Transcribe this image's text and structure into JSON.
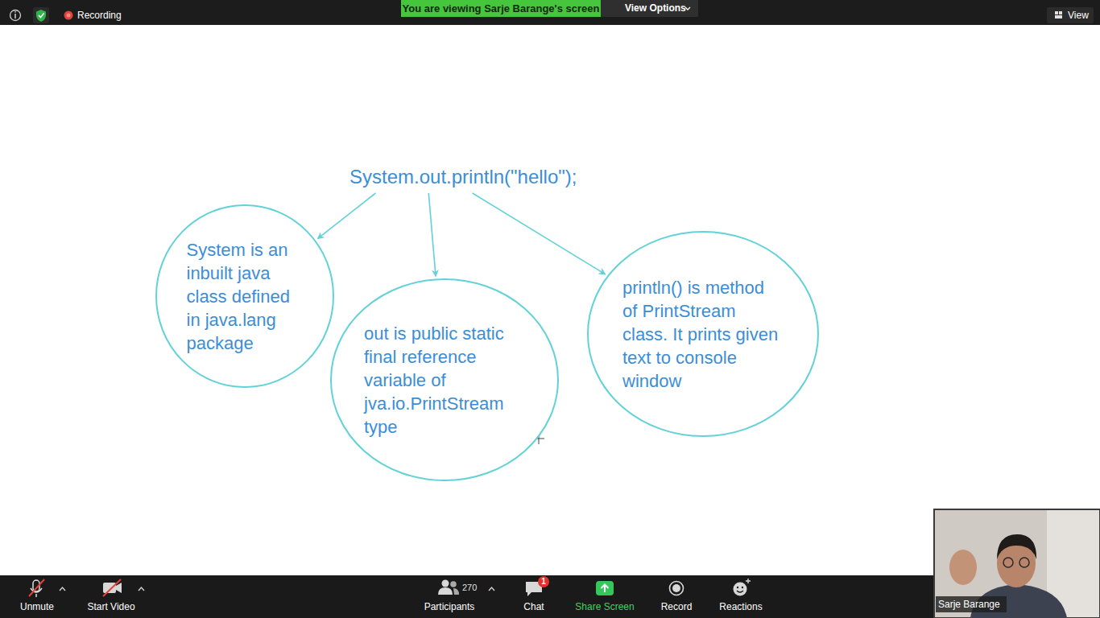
{
  "diagram": {
    "nodes": [
      {
        "text": [
          "System.out.println(\"hello\");"
        ]
      },
      {
        "text": [
          "System is an inbuilt java class defined in java.lang package"
        ]
      },
      {
        "text": [
          "out is public static final reference variable of jva.io.PrintStream type"
        ]
      },
      {
        "text": [
          "println() is method of PrintStream class. It prints given text to console window"
        ]
      }
    ],
    "edges": [
      {
        "from": 0,
        "to": 1,
        "arrow": "to"
      },
      {
        "from": 0,
        "to": 2,
        "arrow": "to"
      },
      {
        "from": 0,
        "to": 3,
        "arrow": "to"
      }
    ],
    "labels": [
      "Recording",
      "You are viewing Sarje Barange's screen",
      "View Options",
      "View",
      "Unmute",
      "Start Video",
      "270",
      "Participants",
      "1",
      "Chat",
      "Share Screen",
      "Record",
      "Reactions",
      "Sarje Barange"
    ]
  }
}
